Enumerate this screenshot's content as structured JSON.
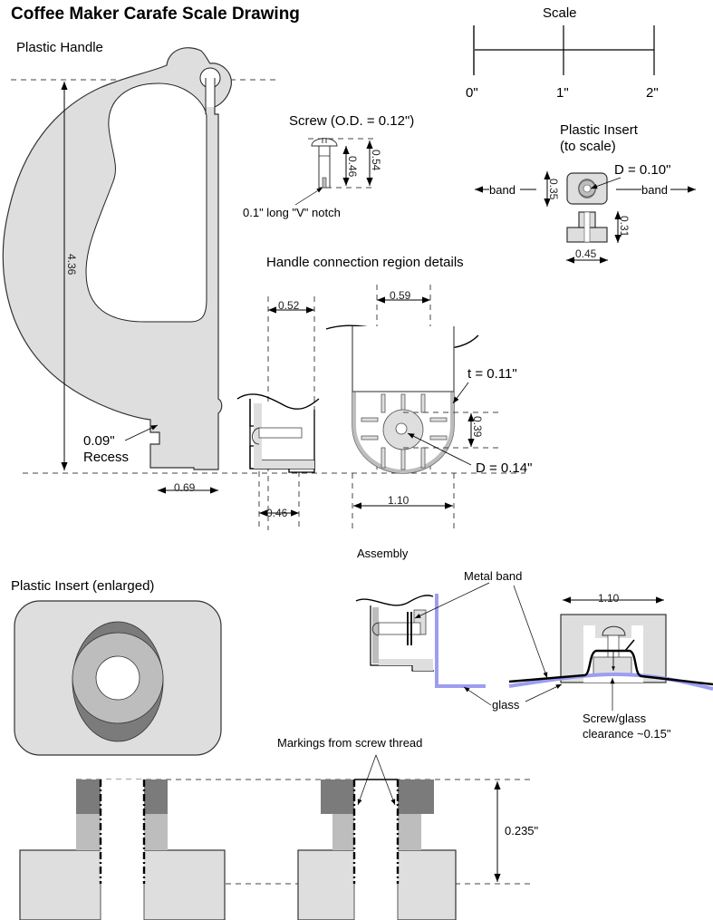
{
  "title": "Coffee Maker Carafe Scale Drawing",
  "scale_bar": {
    "label": "Scale",
    "ticks": [
      "0\"",
      "1\"",
      "2\""
    ]
  },
  "plastic_handle": {
    "label": "Plastic Handle",
    "height_dim": "4.36",
    "base_width_dim": "0.69",
    "recess_value": "0.09\"",
    "recess_label": "Recess"
  },
  "screw": {
    "label": "Screw (O.D. = 0.12\")",
    "length_dim": "0.46",
    "overall_dim": "0.54",
    "notch_note": "0.1\" long \"V\" notch"
  },
  "insert_to_scale": {
    "title_line1": "Plastic Insert",
    "title_line2": "(to scale)",
    "diameter": "D = 0.10\"",
    "band_left": "band",
    "band_right": "band",
    "height_dim": "0.35",
    "side_height_dim": "0.31",
    "width_dim": "0.45"
  },
  "connection_details": {
    "label": "Handle connection region details",
    "side_top_dim": "0.52",
    "side_bottom_dim": "0.46",
    "front_top_dim": "0.59",
    "front_bottom_dim": "1.10",
    "thickness": "t = 0.11\"",
    "boss_height_dim": "0.39",
    "hole_diameter": "D = 0.14\""
  },
  "assembly": {
    "label": "Assembly",
    "metal_band": "Metal band",
    "glass": "glass",
    "width_dim": "1.10",
    "clearance_line1": "Screw/glass",
    "clearance_line2": "clearance ~0.15\""
  },
  "insert_enlarged": {
    "label": "Plastic Insert (enlarged)"
  },
  "thread_section": {
    "label": "Markings from screw thread",
    "depth_dim": "0.235\""
  },
  "colors": {
    "part_fill": "#dedede",
    "part_mid": "#bdbdbd",
    "part_dark": "#7b7b7b",
    "glass": "#9d9df0"
  }
}
